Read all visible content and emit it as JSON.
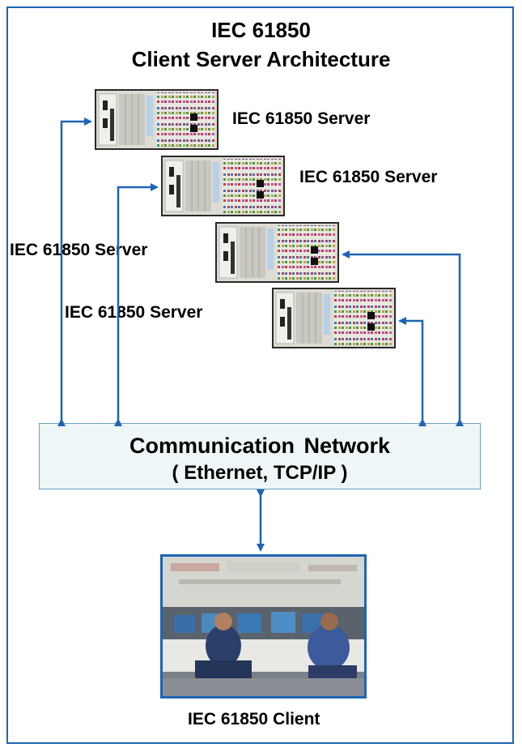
{
  "title": {
    "line1": "IEC 61850",
    "line2": "Client Server Architecture"
  },
  "servers": [
    {
      "label": "IEC 61850 Server"
    },
    {
      "label": "IEC 61850 Server"
    },
    {
      "label": "IEC 61850 Server"
    },
    {
      "label": "IEC 61850 Server"
    }
  ],
  "network": {
    "line1": "Communication  Network",
    "line2": "( Ethernet, TCP/IP )"
  },
  "client": {
    "label": "IEC 61850 Client"
  },
  "colors": {
    "frame": "#1e64b4",
    "arrow": "#1e64b4",
    "network_fill": "#eef6f8"
  }
}
